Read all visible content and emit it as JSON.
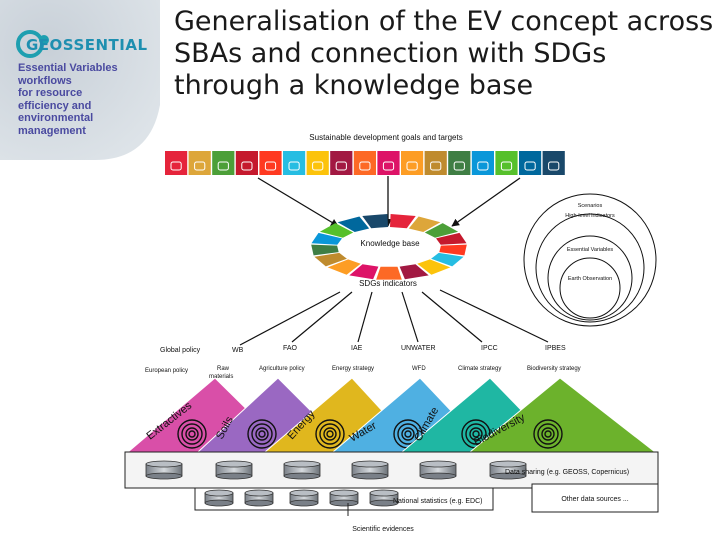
{
  "logo": {
    "brand": "GEOSSENTIAL",
    "tagline": [
      "Essential Variables",
      "workflows",
      "for resource",
      "efficiency and",
      "environmental",
      "management"
    ]
  },
  "title": "Generalisation of the EV concept across SBAs and connection with SDGs through a knowledge base",
  "sdg_header": "Sustainable development goals and targets",
  "sdg_colors": [
    "#e5243b",
    "#dda63a",
    "#4c9f38",
    "#c5192d",
    "#ff3a21",
    "#26bde2",
    "#fcc30b",
    "#a21942",
    "#fd6925",
    "#dd1367",
    "#fd9d24",
    "#bf8b2e",
    "#3f7e44",
    "#0a97d9",
    "#56c02b",
    "#00689d",
    "#19486a"
  ],
  "knowledge_base_label": "Knowledge base",
  "sdg_indicators_label": "SDGs indicators",
  "pyramid_levels": [
    "Scenarios",
    "High-level indicators",
    "Essential Variables",
    "Earth Observation"
  ],
  "institutions": [
    "WB",
    "FAO",
    "IAE",
    "UNWATER",
    "IPCC",
    "IPBES"
  ],
  "policy_labels": {
    "global": "Global policy",
    "european": "European policy",
    "raw_materials": "Raw materials",
    "agriculture": "Agriculture policy",
    "energy": "Energy strategy",
    "wfd": "WFD",
    "climate": "Climate strategy",
    "biodiversity": "Biodiversity strategy"
  },
  "sbas": [
    {
      "name": "Extractives",
      "color": "#d94fa8"
    },
    {
      "name": "Soils",
      "color": "#9a68c2"
    },
    {
      "name": "Energy",
      "color": "#e0b71e"
    },
    {
      "name": "Water",
      "color": "#4fb0e2"
    },
    {
      "name": "Climate",
      "color": "#1fb7a3"
    },
    {
      "name": "Biodiversity",
      "color": "#6cb22c"
    }
  ],
  "data_sharing_label": "Data sharing (e.g. GEOSS, Copernicus)",
  "national_statistics_label": "National statistics (e.g. EDC)",
  "other_sources_label": "Other data sources ...",
  "scientific_label": "Scientific evidences"
}
